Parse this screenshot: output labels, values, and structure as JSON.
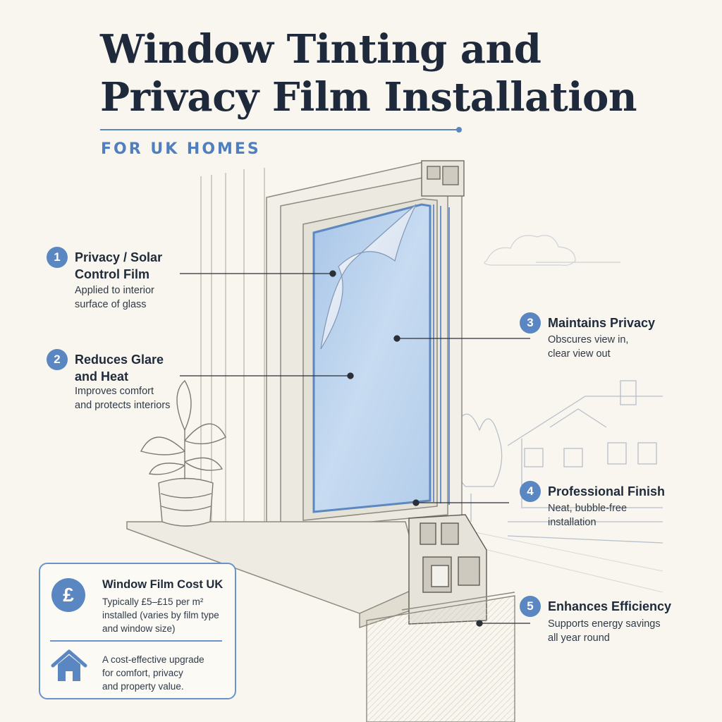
{
  "header": {
    "title_line1": "Window Tinting and",
    "title_line2": "Privacy Film Installation",
    "subtitle": "FOR UK HOMES"
  },
  "callouts": [
    {
      "number": "1",
      "title": "Privacy / Solar\nControl Film",
      "text": "Applied to interior\nsurface of glass"
    },
    {
      "number": "2",
      "title": "Reduces Glare\nand Heat",
      "text": "Improves comfort\nand protects interiors"
    },
    {
      "number": "3",
      "title": "Maintains Privacy",
      "text": "Obscures view in,\nclear view out"
    },
    {
      "number": "4",
      "title": "Professional Finish",
      "text": "Neat, bubble-free\ninstallation"
    },
    {
      "number": "5",
      "title": "Enhances Efficiency",
      "text": "Supports energy savings\nall year round"
    }
  ],
  "cost_card": {
    "icon_symbol": "£",
    "title": "Window Film Cost UK",
    "text": "Typically £5–£15 per m²\ninstalled (varies by film type\nand window size)",
    "note": "A cost-effective upgrade\nfor comfort, privacy\nand property value."
  },
  "colors": {
    "accent": "#5a86c2",
    "glass": "#bcd3ec",
    "ink": "#1f2a3a",
    "background": "#f8f6ee"
  }
}
